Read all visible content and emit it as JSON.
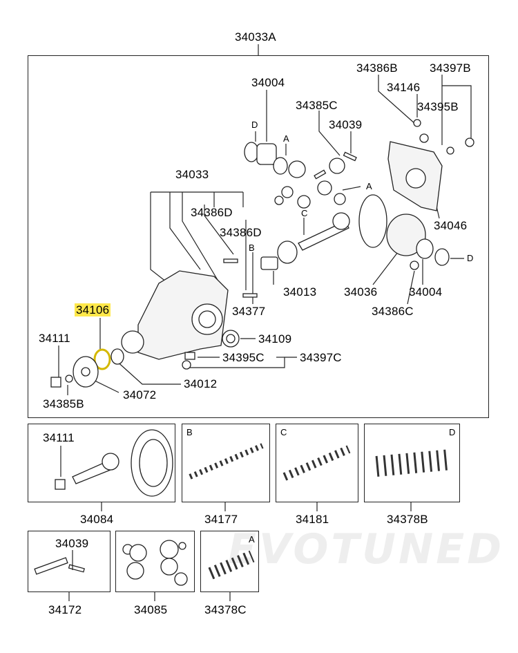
{
  "watermark": "EVOTUNED",
  "main": {
    "assembly": "34033A",
    "labels": {
      "p34004_top": "34004",
      "p34386B": "34386B",
      "p34397B_top": "34397B",
      "p34146": "34146",
      "p34395B": "34395B",
      "p34385C": "34385C",
      "p34039": "34039",
      "p34033": "34033",
      "p34386D_a": "34386D",
      "p34386D_b": "34386D",
      "p34046": "34046",
      "p34106": "34106",
      "p34111": "34111",
      "p34013": "34013",
      "p34036": "34036",
      "p34004_bot": "34004",
      "p34377": "34377",
      "p34386C": "34386C",
      "p34109": "34109",
      "p34395C": "34395C",
      "p34397C": "34397C",
      "p34012": "34012",
      "p34072": "34072",
      "p34385B": "34385B"
    },
    "refs": {
      "d1": "D",
      "a1": "A",
      "a2": "A",
      "c1": "C",
      "b1": "B",
      "d2": "D"
    }
  },
  "boxes": {
    "b34084": {
      "top": "34111",
      "bottom": "34084"
    },
    "b34177": {
      "tag": "B",
      "bottom": "34177"
    },
    "b34181": {
      "tag": "C",
      "bottom": "34181"
    },
    "b34378B": {
      "tag": "D",
      "bottom": "34378B"
    },
    "b34172": {
      "top": "34039",
      "bottom": "34172"
    },
    "b34085": {
      "bottom": "34085"
    },
    "b34378C": {
      "tag": "A",
      "bottom": "34378C"
    }
  },
  "colors": {
    "highlight": "#ffe84a",
    "line": "#222222"
  }
}
